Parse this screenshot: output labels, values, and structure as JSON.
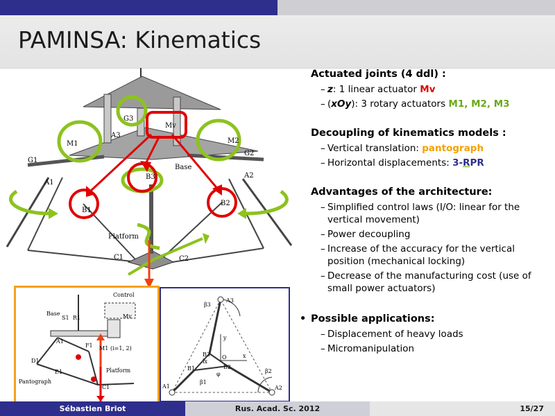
{
  "slide": {
    "title": "PAMINSA: Kinematics"
  },
  "sections": [
    {
      "title": "Actuated joints (4 ddl) :",
      "bullet": false,
      "items": [
        {
          "parts": [
            [
              "z",
              "b"
            ],
            [
              ": 1 linear actuator ",
              ""
            ],
            [
              "Mv",
              "red"
            ]
          ]
        },
        {
          "parts": [
            [
              "(",
              ""
            ],
            [
              "xOy",
              "b"
            ],
            [
              "): 3 rotary actuators ",
              ""
            ],
            [
              "M1, M2, M3",
              "green"
            ]
          ]
        }
      ]
    },
    {
      "title": "Decoupling of kinematics models :",
      "bullet": false,
      "items": [
        {
          "parts": [
            [
              "Vertical translation: ",
              ""
            ],
            [
              "pantograph",
              "orange"
            ]
          ]
        },
        {
          "parts": [
            [
              "Horizontal displacements: ",
              ""
            ],
            [
              "3-",
              "blue"
            ],
            [
              "R",
              "green-u"
            ],
            [
              "PR",
              "blue"
            ]
          ]
        }
      ]
    },
    {
      "title": "Advantages of the architecture:",
      "bullet": false,
      "items": [
        {
          "parts": [
            [
              "Simplified control laws (I/O: linear for the vertical movement)",
              ""
            ]
          ]
        },
        {
          "parts": [
            [
              "Power decoupling",
              ""
            ]
          ]
        },
        {
          "parts": [
            [
              "Increase of the accuracy for the vertical position (mechanical locking)",
              ""
            ]
          ]
        },
        {
          "parts": [
            [
              "Decrease of the manufacturing cost (use of small power actuators)",
              ""
            ]
          ]
        }
      ]
    },
    {
      "title": "Possible applications:",
      "bullet": true,
      "items": [
        {
          "parts": [
            [
              "Displacement of heavy loads",
              ""
            ]
          ]
        },
        {
          "parts": [
            [
              "Micromanipulation",
              ""
            ]
          ]
        }
      ]
    }
  ],
  "figure": {
    "labels": {
      "g3": "G3",
      "mv": "Mv",
      "a3": "A3",
      "m1": "M1",
      "m2": "M2",
      "g1": "G1",
      "g2": "G2",
      "base": "Base",
      "a1": "A1",
      "a2": "A2",
      "b1": "B1",
      "b2": "B2",
      "b3": "B3",
      "platform": "Platform",
      "c1": "C1",
      "c2": "C2"
    },
    "inset_left": {
      "control": "Control",
      "base": "Base",
      "s1": "S1",
      "r1": "R1",
      "mv": "Mv",
      "a1": "A1",
      "f1": "F1",
      "m1": "M1",
      "i_range": "(i=1, 2)",
      "d1": "D1",
      "e1": "E1",
      "platform": "Platform",
      "pantograph": "Pantograph",
      "c1": "C1"
    },
    "inset_right": {
      "a3": "A3",
      "beta3": "β3",
      "b3": "B3",
      "y": "y",
      "x": "x",
      "o": "O",
      "b1": "B1",
      "b2": "B2",
      "lx": "lx",
      "phi": "φ",
      "beta1": "β1",
      "beta2": "β2",
      "a1": "A1",
      "a2": "A2"
    }
  },
  "footer": {
    "author": "Sébastien Briot",
    "event": "Rus. Acad. Sc. 2012",
    "page": "15/27"
  },
  "colors": {
    "navy": "#2e2e8c",
    "red": "#e00000",
    "green": "#6aa918",
    "orange": "#f5a000",
    "orange_arrow": "#f04010"
  }
}
